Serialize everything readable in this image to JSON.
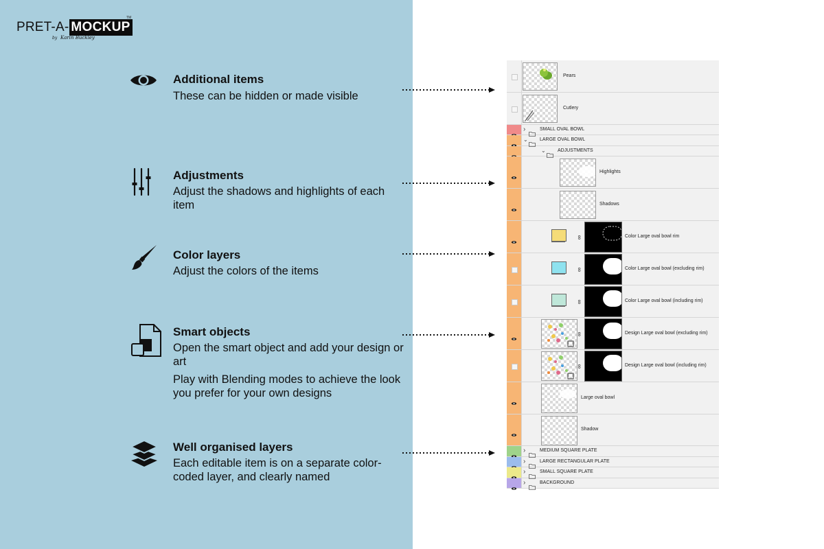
{
  "logo": {
    "text_a": "PRET-A-",
    "text_b": "MOCKUP",
    "tm": "TM",
    "by": "by",
    "signature": "Karin Buckley"
  },
  "features": [
    {
      "icon": "eye-icon",
      "title": "Additional items",
      "desc": [
        "These can be hidden or made visible"
      ]
    },
    {
      "icon": "sliders-icon",
      "title": "Adjustments",
      "desc": [
        "Adjust the shadows and highlights of each item"
      ]
    },
    {
      "icon": "brush-icon",
      "title": "Color layers",
      "desc": [
        "Adjust the colors of the items"
      ]
    },
    {
      "icon": "smart-object-icon",
      "title": "Smart objects",
      "desc": [
        "Open the smart object and add your design or art",
        "Play with Blending modes to achieve the look you prefer for your own designs"
      ]
    },
    {
      "icon": "layers-icon",
      "title": "Well organised layers",
      "desc": [
        "Each editable item is on a separate color-coded layer, and clearly named"
      ]
    }
  ],
  "layers": [
    {
      "name": "Pears",
      "visible": false,
      "color": "#f1f1f1"
    },
    {
      "name": "Cutlery",
      "visible": false,
      "color": "#f1f1f1"
    },
    {
      "name": "SMALL OVAL BOWL",
      "visible": true,
      "color": "#f08a8a",
      "group": true,
      "expanded": false
    },
    {
      "name": "LARGE OVAL BOWL",
      "visible": true,
      "color": "#f7b574",
      "group": true,
      "expanded": true
    },
    {
      "name": "ADJUSTMENTS",
      "visible": true,
      "color": "#f7b574",
      "group": true,
      "expanded": true
    },
    {
      "name": "Highlights",
      "visible": true,
      "color": "#f7b574"
    },
    {
      "name": "Shadows",
      "visible": true,
      "color": "#f7b574"
    },
    {
      "name": "Color Large oval bowl rim",
      "visible": true,
      "color": "#f7b574",
      "swatch": "#f5dc78"
    },
    {
      "name": "Color Large oval bowl (excluding rim)",
      "visible": false,
      "color": "#f7b574",
      "swatch": "#8fe2ef"
    },
    {
      "name": "Color Large oval bowl (including rim)",
      "visible": false,
      "color": "#f7b574",
      "swatch": "#bfe7d9"
    },
    {
      "name": "Design Large oval bowl (excluding rim)",
      "visible": true,
      "color": "#f7b574"
    },
    {
      "name": "Design Large oval bowl (including rim)",
      "visible": false,
      "color": "#f7b574"
    },
    {
      "name": "Large oval bowl",
      "visible": true,
      "color": "#f7b574"
    },
    {
      "name": "Shadow",
      "visible": true,
      "color": "#f7b574"
    },
    {
      "name": "MEDIUM SQUARE PLATE",
      "visible": true,
      "color": "#9fd38a",
      "group": true,
      "expanded": false
    },
    {
      "name": "LARGE RECTANGULAR PLATE",
      "visible": true,
      "color": "#9bbcec",
      "group": true,
      "expanded": false
    },
    {
      "name": "SMALL SQUARE PLATE",
      "visible": true,
      "color": "#ece98a",
      "group": true,
      "expanded": false
    },
    {
      "name": "BACKGROUND",
      "visible": true,
      "color": "#b7a6e8",
      "group": true,
      "expanded": false
    }
  ]
}
